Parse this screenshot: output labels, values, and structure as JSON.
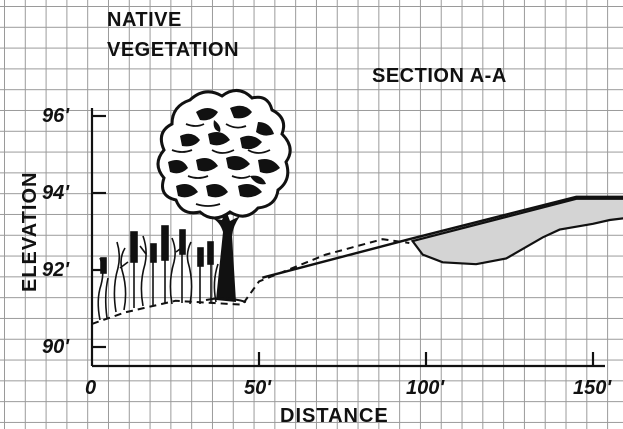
{
  "title": "SECTION A-A",
  "annotation": "NATIVE VEGETATION",
  "annotation_lines": [
    "NATIVE",
    "VEGETATION"
  ],
  "xlabel": "DISTANCE",
  "ylabel": "ELEVATION",
  "x_ticks": [
    "0",
    "50'",
    "100'",
    "150'"
  ],
  "y_ticks": [
    "96'",
    "94'",
    "92'",
    "90'"
  ],
  "colors": {
    "grid": "#9a9a9a",
    "ink": "#111111",
    "fill": "#d4d4d4"
  },
  "icons": [
    "tree-icon",
    "cattail-reeds-icon"
  ],
  "chart_data": {
    "type": "diagram",
    "xlim": [
      0,
      160
    ],
    "ylim": [
      89.5,
      96.5
    ],
    "profiles": [
      {
        "name": "existing-ground",
        "style": "dashed",
        "points": [
          [
            0,
            90.6
          ],
          [
            10,
            90.9
          ],
          [
            25,
            91.2
          ],
          [
            45,
            91.1
          ],
          [
            50,
            91.7
          ],
          [
            70,
            92.4
          ],
          [
            87,
            92.8
          ],
          [
            95,
            92.7
          ]
        ]
      },
      {
        "name": "proposed-grade",
        "style": "solid",
        "points": [
          [
            51,
            91.8
          ],
          [
            95,
            92.8
          ],
          [
            145,
            93.9
          ],
          [
            160,
            93.9
          ]
        ]
      },
      {
        "name": "basin",
        "style": "filled",
        "points": [
          [
            96,
            92.75
          ],
          [
            145,
            93.85
          ],
          [
            160,
            93.85
          ],
          [
            160,
            93.35
          ],
          [
            155,
            93.3
          ],
          [
            150,
            93.2
          ],
          [
            140,
            93.05
          ],
          [
            135,
            92.85
          ],
          [
            130,
            92.6
          ],
          [
            124,
            92.3
          ],
          [
            115,
            92.15
          ],
          [
            105,
            92.2
          ],
          [
            99,
            92.4
          ]
        ]
      }
    ]
  }
}
